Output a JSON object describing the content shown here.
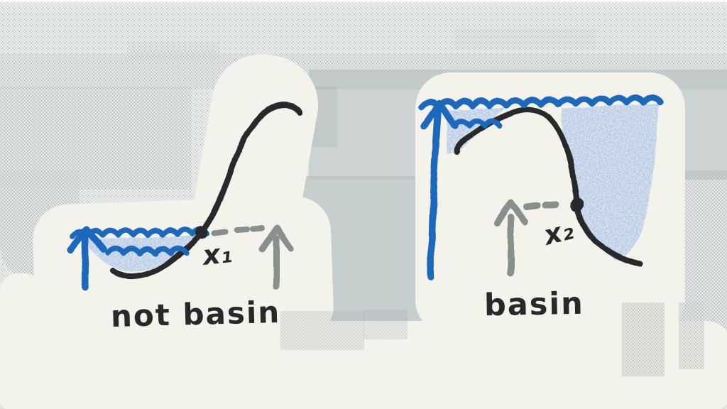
{
  "scene": {
    "left": {
      "caption": "not basin",
      "point_label": "x₁"
    },
    "right": {
      "caption": "basin",
      "point_label": "x₂"
    },
    "colors": {
      "ink": "#26292a",
      "marker_blue": "#1a68bd",
      "water_wash": "#c7d7ef",
      "annotation_gray": "#87908c",
      "paper": "#f3f3ec",
      "backdrop_checker": "#c9d1d1",
      "ghost_gray": "#9fabad"
    }
  }
}
